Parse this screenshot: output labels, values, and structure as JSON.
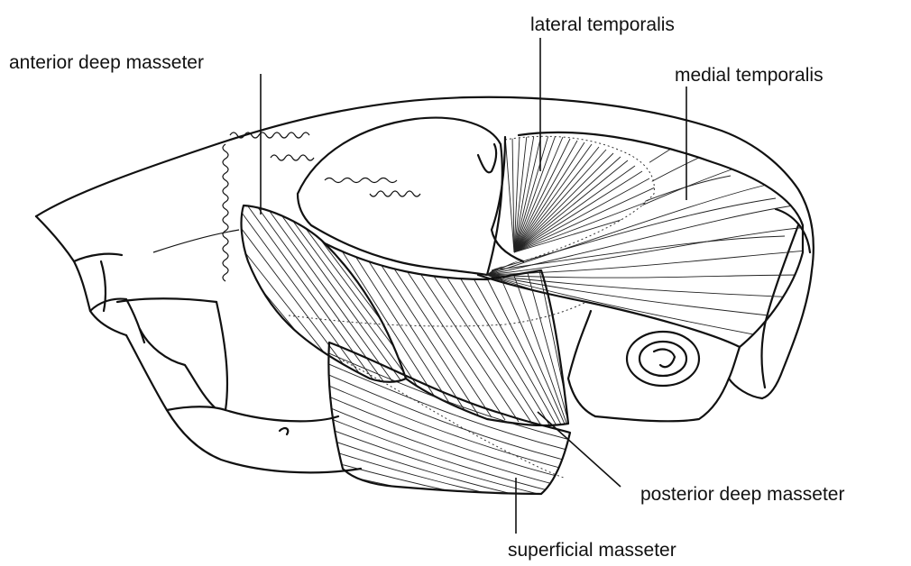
{
  "labels": {
    "anterior_deep_masseter": "anterior deep masseter",
    "lateral_temporalis": "lateral temporalis",
    "medial_temporalis": "medial temporalis",
    "posterior_deep_masseter": "posterior deep masseter",
    "superficial_masseter": "superficial masseter"
  }
}
